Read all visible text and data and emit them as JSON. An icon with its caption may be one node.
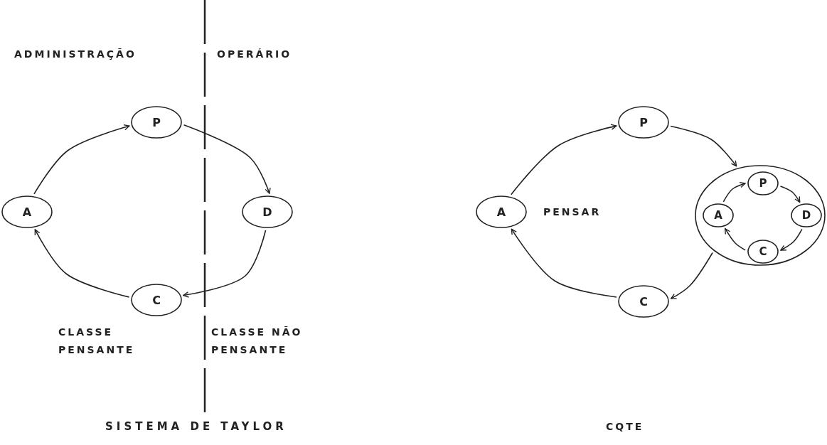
{
  "diagram": {
    "title": "SISTEMA DE TAYLOR",
    "nodes": [
      {
        "text": [
          "P"
        ]
      },
      {
        "text": [
          "D"
        ]
      },
      {
        "text": [
          "C"
        ]
      },
      {
        "text": [
          "A"
        ]
      },
      {
        "text": [
          "P"
        ]
      },
      {
        "text": [],
        "shape": "circle"
      },
      {
        "text": [
          "P"
        ],
        "in": 5
      },
      {
        "text": [
          "D"
        ],
        "in": 5
      },
      {
        "text": [
          "C"
        ],
        "in": 5
      },
      {
        "text": [
          "A"
        ],
        "in": 5
      },
      {
        "text": [
          "C"
        ]
      },
      {
        "text": [
          "A"
        ]
      }
    ],
    "edges": [
      {
        "from": 3,
        "to": 0,
        "arrow": "to"
      },
      {
        "from": 0,
        "to": 1,
        "arrow": "to"
      },
      {
        "from": 1,
        "to": 2,
        "arrow": "to"
      },
      {
        "from": 2,
        "to": 3,
        "arrow": "to"
      },
      {
        "from": 11,
        "to": 4,
        "arrow": "to"
      },
      {
        "from": 4,
        "to": 5,
        "arrow": "to"
      },
      {
        "from": 5,
        "to": 10,
        "arrow": "to"
      },
      {
        "from": 10,
        "to": 11,
        "arrow": "to"
      },
      {
        "from": 9,
        "to": 6,
        "arrow": "to"
      },
      {
        "from": 6,
        "to": 7,
        "arrow": "to"
      },
      {
        "from": 7,
        "to": 8,
        "arrow": "to"
      },
      {
        "from": 8,
        "to": 9,
        "arrow": "to"
      }
    ],
    "labels": [
      "ADMINISTRAÇÃO",
      "OPERÁRIO",
      "CLASSE PENSANTE",
      "CLASSE NÃO PENSANTE",
      "PENSAR",
      "CQTE"
    ]
  }
}
